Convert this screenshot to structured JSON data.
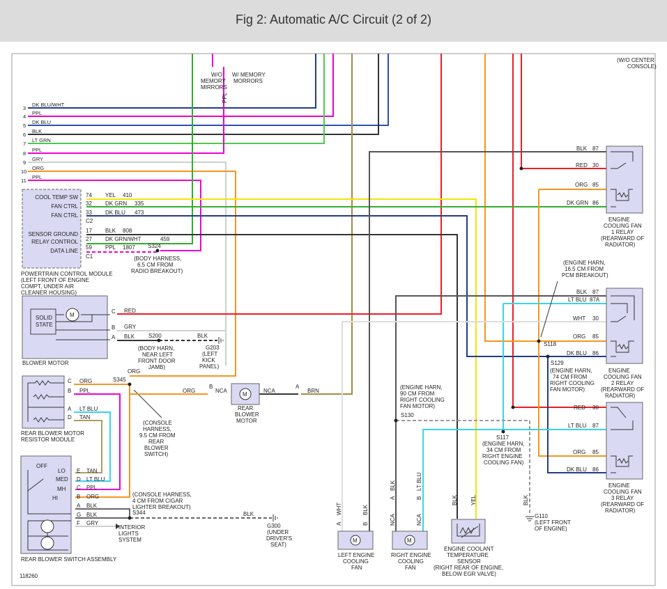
{
  "title": "Fig 2: Automatic A/C Circuit (2 of 2)",
  "figure_id": "118260",
  "colors": {
    "background": "#ffffff",
    "title_bar": "#dcdcdc",
    "component_fill": "#d9d9f3",
    "red": "#ee1c25",
    "yellow": "#f4e400",
    "orange": "#f7941d",
    "magenta": "#ec00d6",
    "green": "#2fae2f",
    "light_green": "#4ec94e",
    "dark_blue": "#1f3c8c",
    "blue": "#2a50b0",
    "black": "#333333",
    "gray": "#999999",
    "light_gray": "#cfcfcf",
    "cyan": "#37d4f0",
    "brown": "#a58a44",
    "tan": "#b29b62"
  },
  "pcm": {
    "numbers": [
      "3",
      "4",
      "5",
      "6",
      "7",
      "8",
      "9",
      "10",
      "11"
    ],
    "wires": [
      "DK BLU/WHT",
      "PPL",
      "DK BLU",
      "BLK",
      "LT GRN",
      "PPL",
      "GRY",
      "ORG",
      "PPL"
    ],
    "pins": [
      "COOL TEMP SW",
      "FAN CTRL",
      "FAN CTRL",
      "",
      "SENSOR GROUND",
      "RELAY CONTROL",
      "DATA LINE"
    ],
    "pin_nums": [
      "74",
      "32",
      "33",
      "C2",
      "17",
      "27",
      "59",
      "C1"
    ],
    "pin_wires": [
      "YEL",
      "DK GRN",
      "DK BLU",
      "BLK",
      "DK GRN/WHT",
      "PPL"
    ],
    "circuits": [
      "410",
      "335",
      "473",
      "808",
      "459",
      "1807"
    ],
    "caption": [
      "POWERTRAIN CONTROL MODULE",
      "(LEFT FRONT OF ENGINE",
      "COMPT, UNDER AIR",
      "CLEANER HOUSING)"
    ]
  },
  "mirrors": {
    "wo": [
      "W/O",
      "MEMORY",
      "MIRRORS"
    ],
    "w": [
      "W/ MEMORY",
      "MORRORS"
    ],
    "wire": "PPL"
  },
  "s324": {
    "id": "S324",
    "note": [
      "(BODY HARNESS,",
      "6.5 CM FROM",
      "RADIO BREAKOUT)"
    ]
  },
  "blower": {
    "solid_state": [
      "SOLID",
      "STATE"
    ],
    "pins": [
      "C",
      "B",
      "A"
    ],
    "wires": [
      "RED",
      "GRY",
      "BLK"
    ],
    "caption": "BLOWER MOTOR",
    "s200": "S200",
    "s200_note": [
      "(BODY HARN,",
      "NEAR LEFT",
      "FRONT DOOR",
      "JAMB)"
    ],
    "ground_wire": "BLK",
    "g203": "G203",
    "g203_note": [
      "(LEFT",
      "KICK",
      "PANEL)"
    ]
  },
  "rear_resistor": {
    "pins": [
      "C",
      "B",
      "A",
      "D"
    ],
    "wires": [
      "ORG",
      "PPL",
      "LT BLU",
      "TAN"
    ],
    "caption": [
      "REAR BLOWER MOTOR",
      "RESISTOR MODULE"
    ],
    "s345": "S345",
    "org_top": "ORG",
    "console_note": [
      "(CONSOLE",
      "HARNESS,",
      "9.5 CM FROM",
      "REAR",
      "BLOWER",
      "SWITCH)"
    ]
  },
  "rear_motor": {
    "left_wire": "ORG",
    "left_pin": "B",
    "left_conn": "NCA",
    "right_conn": "NCA",
    "right_pin": "A",
    "right_wire": "BRN",
    "caption": [
      "REAR",
      "BLOWER",
      "MOTOR"
    ]
  },
  "rear_switch": {
    "positions": [
      "OFF",
      "LO",
      "MED",
      "MH",
      "HI"
    ],
    "pins": [
      "E",
      "D",
      "C",
      "B",
      "A",
      "G",
      "F"
    ],
    "wires": [
      "TAN",
      "LT BLU",
      "PPL",
      "ORG",
      "BLK",
      "BLK",
      "GRY"
    ],
    "caption": "REAR BLOWER SWITCH ASSEMBLY",
    "console_note": [
      "(CONSOLE HARNESS,",
      "4 CM FROM CIGAR",
      "LIGHTER BREAKOUT)"
    ],
    "s344": "S344",
    "ground_wire": "BLK",
    "g300": "G300",
    "g300_note": [
      "(UNDER",
      "DRIVER'S",
      "SEAT)"
    ],
    "interior": [
      "INTERIOR",
      "LIGHTS",
      "SYSTEM"
    ]
  },
  "relays": {
    "wo_center": [
      "(W/O CENTER",
      "CONSOLE)"
    ],
    "r1": {
      "wires": [
        "BLK",
        "RED",
        "ORG",
        "DK GRN"
      ],
      "pins": [
        "87",
        "30",
        "85",
        "86"
      ],
      "caption": [
        "ENGINE",
        "COOLING FAN",
        "1 RELAY",
        "(REARWARD OF",
        "RADIATOR)"
      ]
    },
    "r2": {
      "wires": [
        "BLK",
        "LT BLU",
        "WHT",
        "ORG",
        "DK BLU"
      ],
      "pins": [
        "87",
        "87A",
        "30",
        "85",
        "86"
      ],
      "caption": [
        "ENGINE",
        "COOLING FAN",
        "2 RELAY",
        "(REARWARD OF",
        "RADIATOR)"
      ]
    },
    "r3": {
      "wires": [
        "RED",
        "LT BLU",
        "ORG",
        "DK BLU"
      ],
      "pins": [
        "30",
        "87",
        "85",
        "86"
      ],
      "caption": [
        "ENGINE",
        "COOLING FAN",
        "3 RELAY",
        "(REARWARD OF",
        "RADIATOR)"
      ]
    },
    "s118": "S118",
    "s118_note": [
      "(ENGINE HARN,",
      "16.5 CM FROM",
      "PCM BREAKOUT)"
    ],
    "s129": "S129",
    "s129_note": [
      "(ENGINE HARN,",
      "74 CM FROM",
      "RIGHT COOLING",
      "FAN MOTOR)"
    ]
  },
  "fans": {
    "s130": "S130",
    "s130_note": [
      "(ENGINE HARN,",
      "90 CM FROM",
      "RIGHT COOLING",
      "FAN MOTOR)"
    ],
    "s117": "S117",
    "s117_note": [
      "(ENGINE HARN,",
      "34 CM FROM",
      "RIGHT ENGINE",
      "COOLING FAN)"
    ],
    "left": {
      "wires": [
        "WHT",
        "BLK"
      ],
      "pins": [
        "A",
        "B"
      ],
      "caption": [
        "LEFT ENGINE",
        "COOLING",
        "FAN"
      ]
    },
    "right": {
      "wires": [
        "BLK",
        "LT BLU"
      ],
      "pins": [
        "A",
        "B"
      ],
      "conns": [
        "NCA",
        "NCA"
      ],
      "caption": [
        "RIGHT ENGINE",
        "COOLING",
        "FAN"
      ]
    },
    "sensor": {
      "wires": [
        "BLK",
        "YEL"
      ],
      "caption": [
        "ENGINE COOLANT",
        "TEMPERATURE",
        "SENSOR",
        "(RIGHT REAR OF ENGINE,",
        "BELOW EGR VALVE)"
      ]
    },
    "g110_wire": "BLK",
    "g110": "G110",
    "g110_note": [
      "(LEFT FRONT",
      "OF ENGINE)"
    ]
  }
}
